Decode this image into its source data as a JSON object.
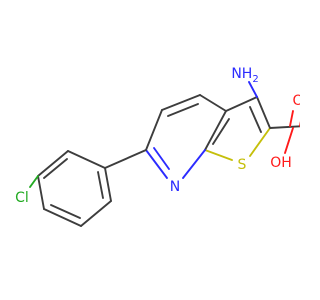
{
  "molecule": {
    "atoms": {
      "amine": "NH",
      "amine_h": "2",
      "ring_nitrogen": "N",
      "ring_sulfur": "S",
      "carbonyl_oxygen": "O",
      "hydroxyl": "OH",
      "chlorine": "Cl"
    },
    "colors": {
      "bond": "#3d3d3d",
      "nitrogen": "#2b2bff",
      "sulfur": "#c5bf0b",
      "oxygen": "#ff1a1a",
      "chlorine": "#22aa22"
    }
  }
}
